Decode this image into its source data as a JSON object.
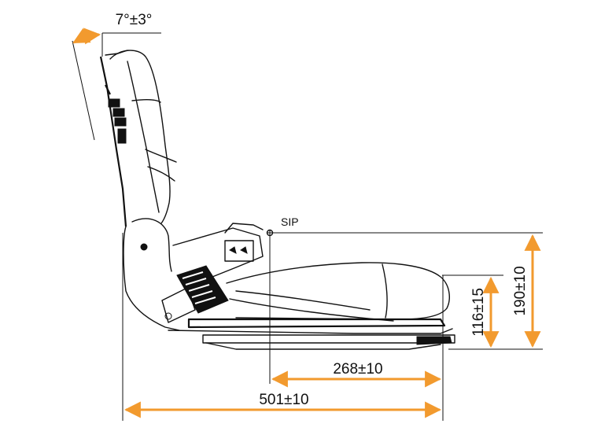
{
  "colors": {
    "dimension": "#f29a2e",
    "ink": "#111111",
    "background": "#ffffff"
  },
  "labels": {
    "angle": "7°±3°",
    "sip": "SIP",
    "height_116": "116±15",
    "height_190": "190±10",
    "length_268": "268±10",
    "length_501": "501±10"
  }
}
